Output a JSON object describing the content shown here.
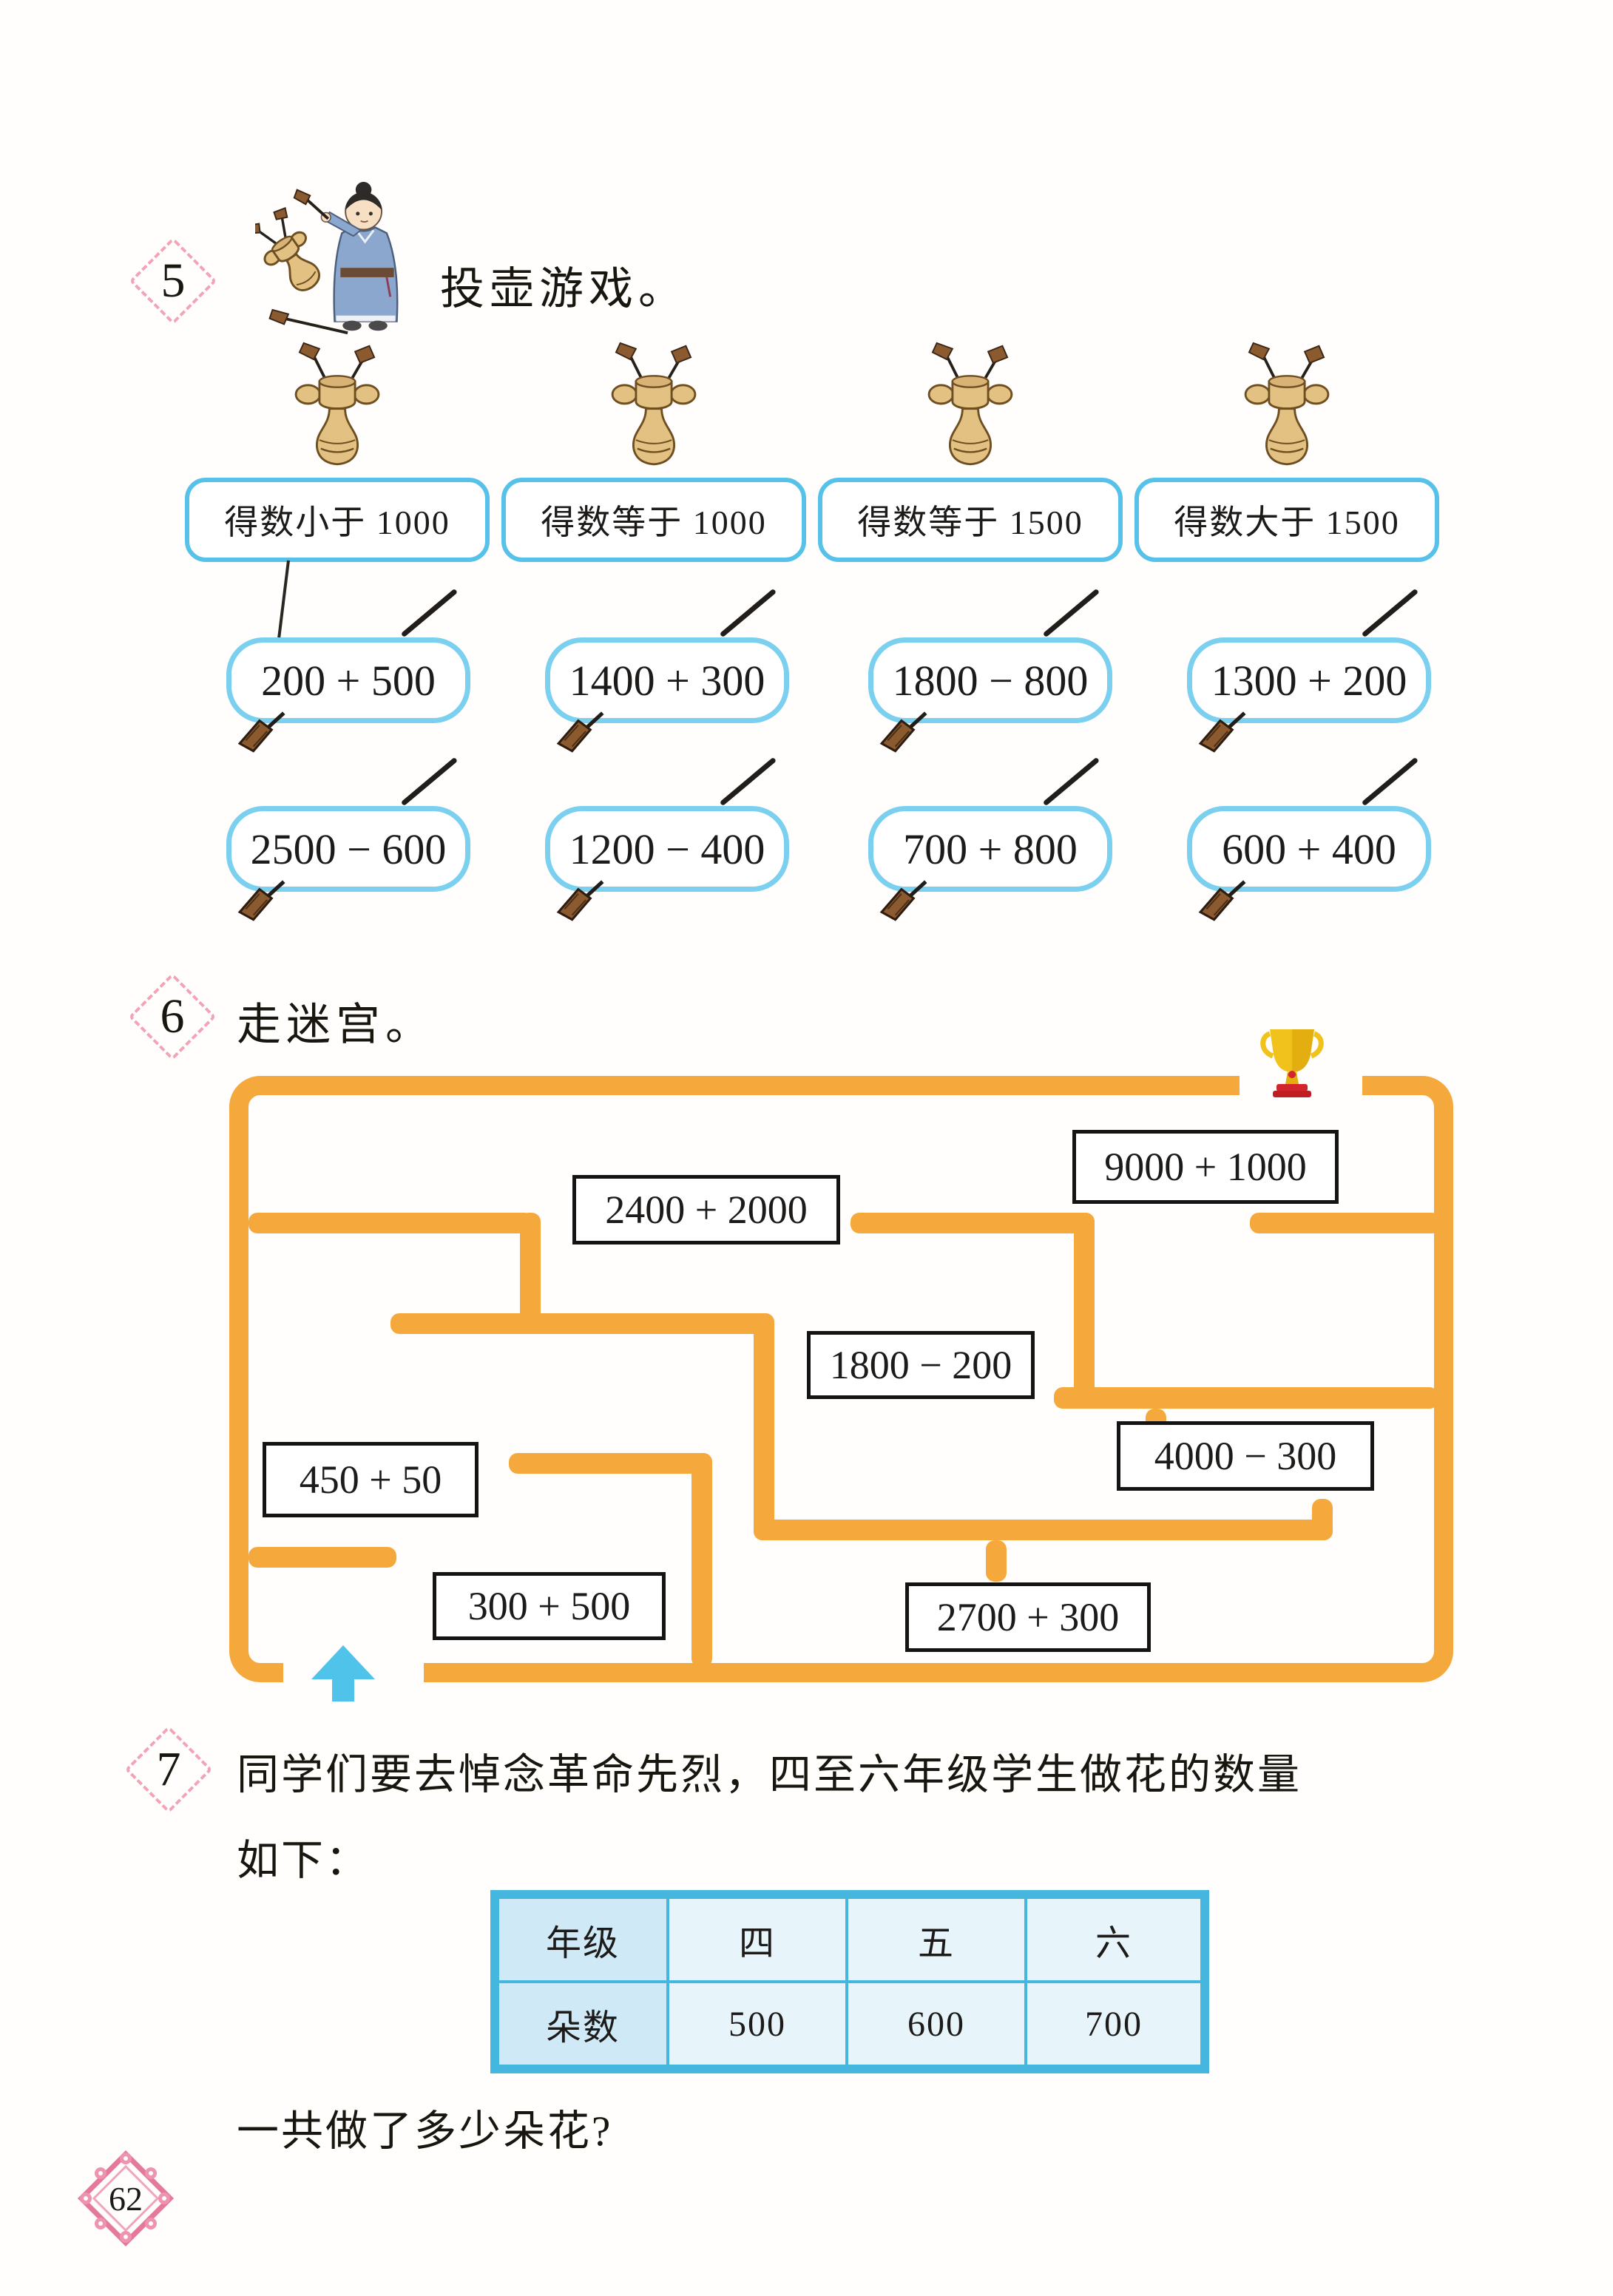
{
  "page_number": "62",
  "problems": {
    "p5": {
      "number": "5",
      "title": "投壶游戏。",
      "categories": [
        "得数小于 1000",
        "得数等于 1000",
        "得数等于 1500",
        "得数大于 1500"
      ],
      "expressions_row1": [
        "200 + 500",
        "1400 + 300",
        "1800 − 800",
        "1300 + 200"
      ],
      "expressions_row2": [
        "2500 − 600",
        "1200 − 400",
        "700 + 800",
        "600 + 400"
      ]
    },
    "p6": {
      "number": "6",
      "title": "走迷宫。",
      "maze_expressions": {
        "e9000": "9000 + 1000",
        "e2400": "2400 + 2000",
        "e1800": "1800 − 200",
        "e4000": "4000 − 300",
        "e450": "450 + 50",
        "e300": "300 + 500",
        "e2700": "2700 + 300"
      }
    },
    "p7": {
      "number": "7",
      "text_line1": "同学们要去悼念革命先烈，四至六年级学生做花的数量",
      "text_line2": "如下：",
      "question": "一共做了多少朵花?",
      "table": {
        "row1": [
          "年级",
          "四",
          "五",
          "六"
        ],
        "row2": [
          "朵数",
          "500",
          "600",
          "700"
        ]
      }
    }
  },
  "chart_data": {
    "type": "table",
    "title": "四至六年级学生做花的数量",
    "row_labels": [
      "年级",
      "朵数"
    ],
    "categories": [
      "四",
      "五",
      "六"
    ],
    "values": [
      500,
      600,
      700
    ]
  },
  "colors": {
    "maze_wall": "#F5A93C",
    "category_border": "#56C2E9",
    "pill_border": "#7BD0F0",
    "table_border": "#45B7DE",
    "table_header_bg": "#CFE9F6",
    "table_cell_bg": "#E7F5FB",
    "diamond_pink": "#F2A3B7",
    "ornament_pink": "#E4799C",
    "entry_arrow_blue": "#4FC3EA",
    "trophy_gold": "#F0C21B",
    "trophy_red": "#D3262C"
  }
}
